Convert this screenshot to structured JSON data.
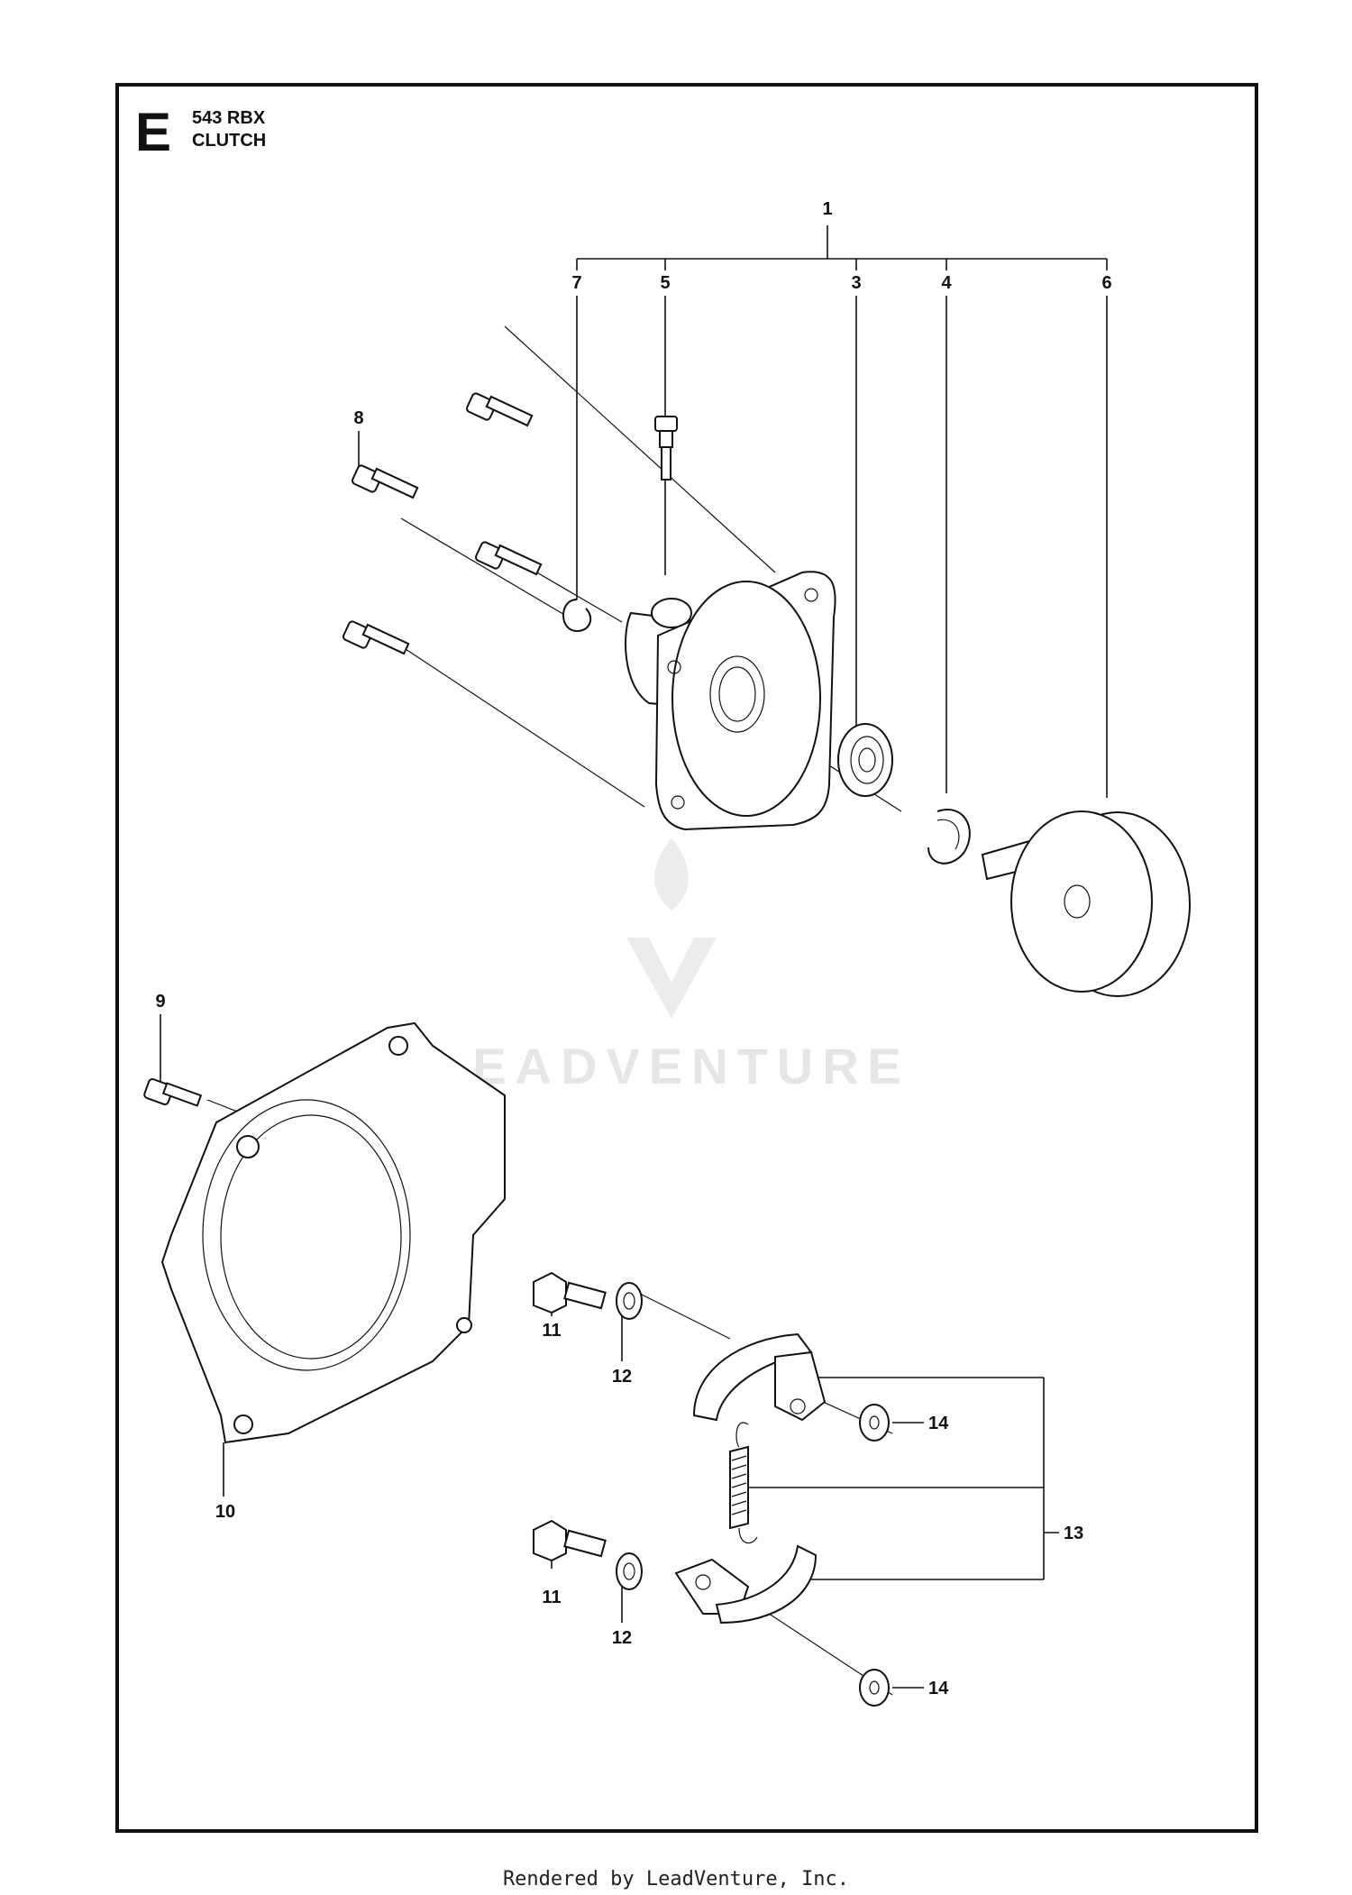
{
  "header": {
    "section_letter": "E",
    "model": "543 RBX",
    "title": "CLUTCH"
  },
  "watermark": "LEADVENTURE",
  "footer": "Rendered by LeadVenture, Inc.",
  "callouts": {
    "c1": "1",
    "c7": "7",
    "c5": "5",
    "c3": "3",
    "c4": "4",
    "c6": "6",
    "c8": "8",
    "c9": "9",
    "c10": "10",
    "c11a": "11",
    "c11b": "11",
    "c12a": "12",
    "c12b": "12",
    "c13": "13",
    "c14a": "14",
    "c14b": "14"
  },
  "icons": [
    "leadventure-logo-icon"
  ]
}
